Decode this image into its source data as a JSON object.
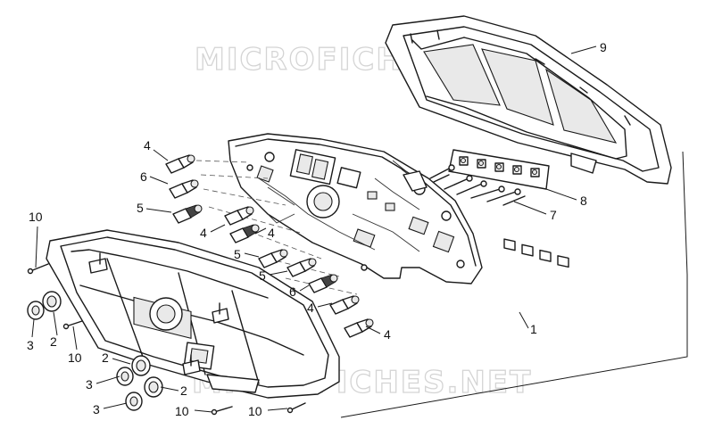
{
  "watermark": {
    "text": "MICROFICHES.NET",
    "color": "#d4d4d4"
  },
  "diagram": {
    "callouts": [
      {
        "id": "c9",
        "text": "9"
      },
      {
        "id": "c8",
        "text": "8"
      },
      {
        "id": "c7",
        "text": "7"
      },
      {
        "id": "c1",
        "text": "1"
      },
      {
        "id": "c4a",
        "text": "4"
      },
      {
        "id": "c6a",
        "text": "6"
      },
      {
        "id": "c5a",
        "text": "5"
      },
      {
        "id": "c4b",
        "text": "4"
      },
      {
        "id": "c4c",
        "text": "4"
      },
      {
        "id": "c5b",
        "text": "5"
      },
      {
        "id": "c5c",
        "text": "5"
      },
      {
        "id": "c6b",
        "text": "6"
      },
      {
        "id": "c4d",
        "text": "4"
      },
      {
        "id": "c4e",
        "text": "4"
      },
      {
        "id": "c10a",
        "text": "10"
      },
      {
        "id": "c3a",
        "text": "3"
      },
      {
        "id": "c2a",
        "text": "2"
      },
      {
        "id": "c10b",
        "text": "10"
      },
      {
        "id": "c2b",
        "text": "2"
      },
      {
        "id": "c3b",
        "text": "3"
      },
      {
        "id": "c2c",
        "text": "2"
      },
      {
        "id": "c3c",
        "text": "3"
      },
      {
        "id": "c10c",
        "text": "10"
      },
      {
        "id": "c10d",
        "text": "10"
      }
    ]
  }
}
